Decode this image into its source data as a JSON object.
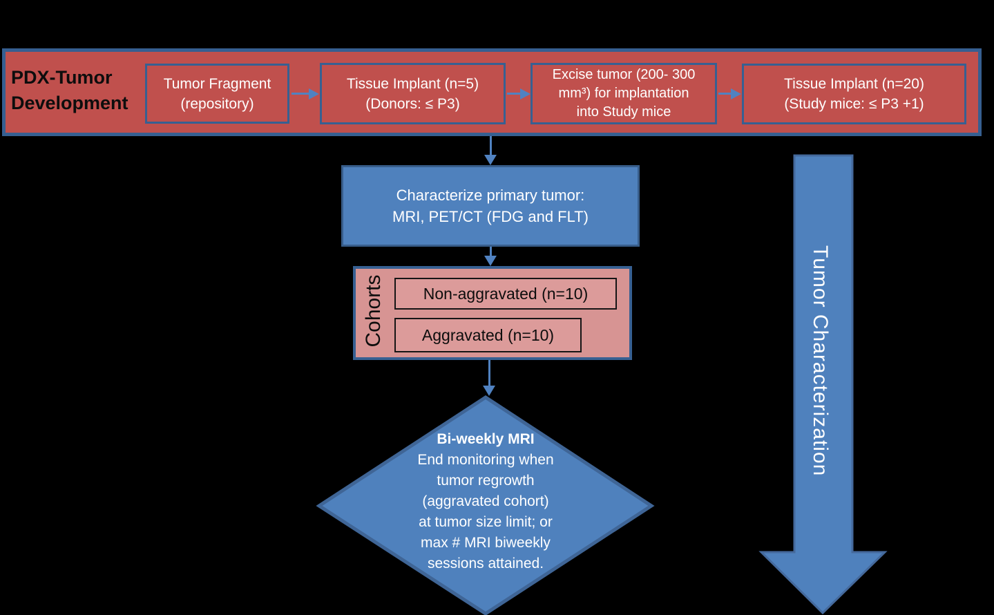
{
  "diagram_title": "PDX-Tumor Development",
  "colors": {
    "background": "#000000",
    "banner_fill": "#c0504d",
    "banner_border": "#365f91",
    "box_border_blue": "#376092",
    "process_fill": "#4f81bd",
    "process_border": "#385d8a",
    "cohorts_fill": "#d79493",
    "connector_blue": "#5082c1",
    "text_white": "#ffffff",
    "text_black": "#0d0d0d"
  },
  "banner": {
    "title": "PDX-Tumor Development",
    "boxes": [
      {
        "lines": [
          "Tumor Fragment",
          "(repository)"
        ]
      },
      {
        "lines": [
          "Tissue Implant (n=5)",
          "(Donors: ≤ P3)"
        ]
      },
      {
        "lines": [
          "Excise tumor (200- 300",
          "mm³) for implantation",
          "into Study mice"
        ]
      },
      {
        "lines": [
          "Tissue Implant (n=20)",
          "(Study mice: ≤ P3 +1)"
        ]
      }
    ]
  },
  "characterize_box": {
    "lines": [
      "Characterize primary tumor:",
      "MRI, PET/CT (FDG and FLT)"
    ]
  },
  "cohorts": {
    "label": "Cohorts",
    "items": [
      "Non-aggravated (n=10)",
      "Aggravated (n=10)"
    ]
  },
  "decision_diamond": {
    "lines": [
      "Bi-weekly MRI",
      "End monitoring when",
      "tumor regrowth",
      "(aggravated cohort)",
      "at tumor size limit; or",
      "max # MRI biweekly",
      "sessions attained."
    ]
  },
  "side_arrow": {
    "label": "Tumor Characterization"
  }
}
